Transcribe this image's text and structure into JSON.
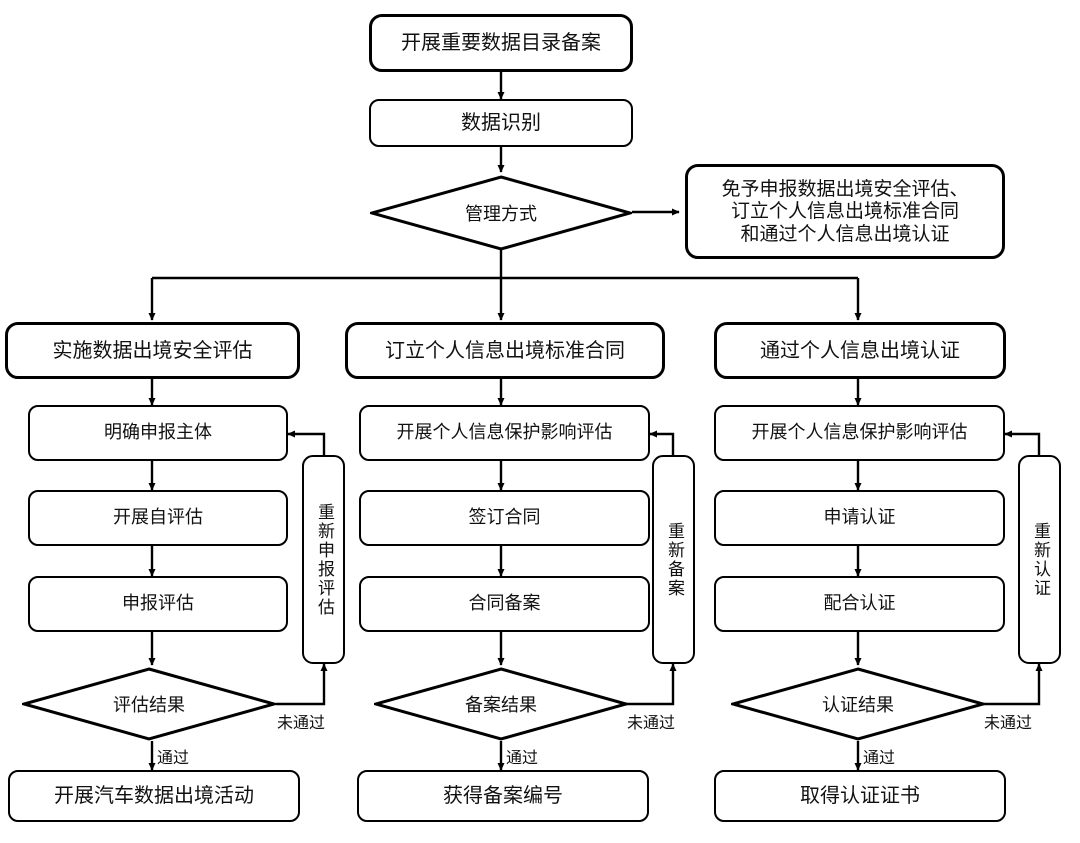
{
  "diagram": {
    "title_box": "开展重要数据目录备案",
    "identify_box": "数据识别",
    "decision_management": "管理方式",
    "exemption_box": "免予申报数据出境安全评估、\n订立个人信息出境标准合同\n和通过个人信息出境认证",
    "columns": [
      {
        "header": "实施数据出境安全评估",
        "steps": [
          "明确申报主体",
          "开展自评估",
          "申报评估"
        ],
        "decision": "评估结果",
        "pass_label": "通过",
        "fail_label": "未通过",
        "loop_box": "重新申报评估",
        "result": "开展汽车数据出境活动"
      },
      {
        "header": "订立个人信息出境标准合同",
        "steps": [
          "开展个人信息保护影响评估",
          "签订合同",
          "合同备案"
        ],
        "decision": "备案结果",
        "pass_label": "通过",
        "fail_label": "未通过",
        "loop_box": "重新备案",
        "result": "获得备案编号"
      },
      {
        "header": "通过个人信息出境认证",
        "steps": [
          "开展个人信息保护影响评估",
          "申请认证",
          "配合认证"
        ],
        "decision": "认证结果",
        "pass_label": "通过",
        "fail_label": "未通过",
        "loop_box": "重新认证",
        "result": "取得认证证书"
      }
    ],
    "colors": {
      "stroke": "#000000",
      "text": "#111111",
      "background": "#ffffff"
    }
  }
}
